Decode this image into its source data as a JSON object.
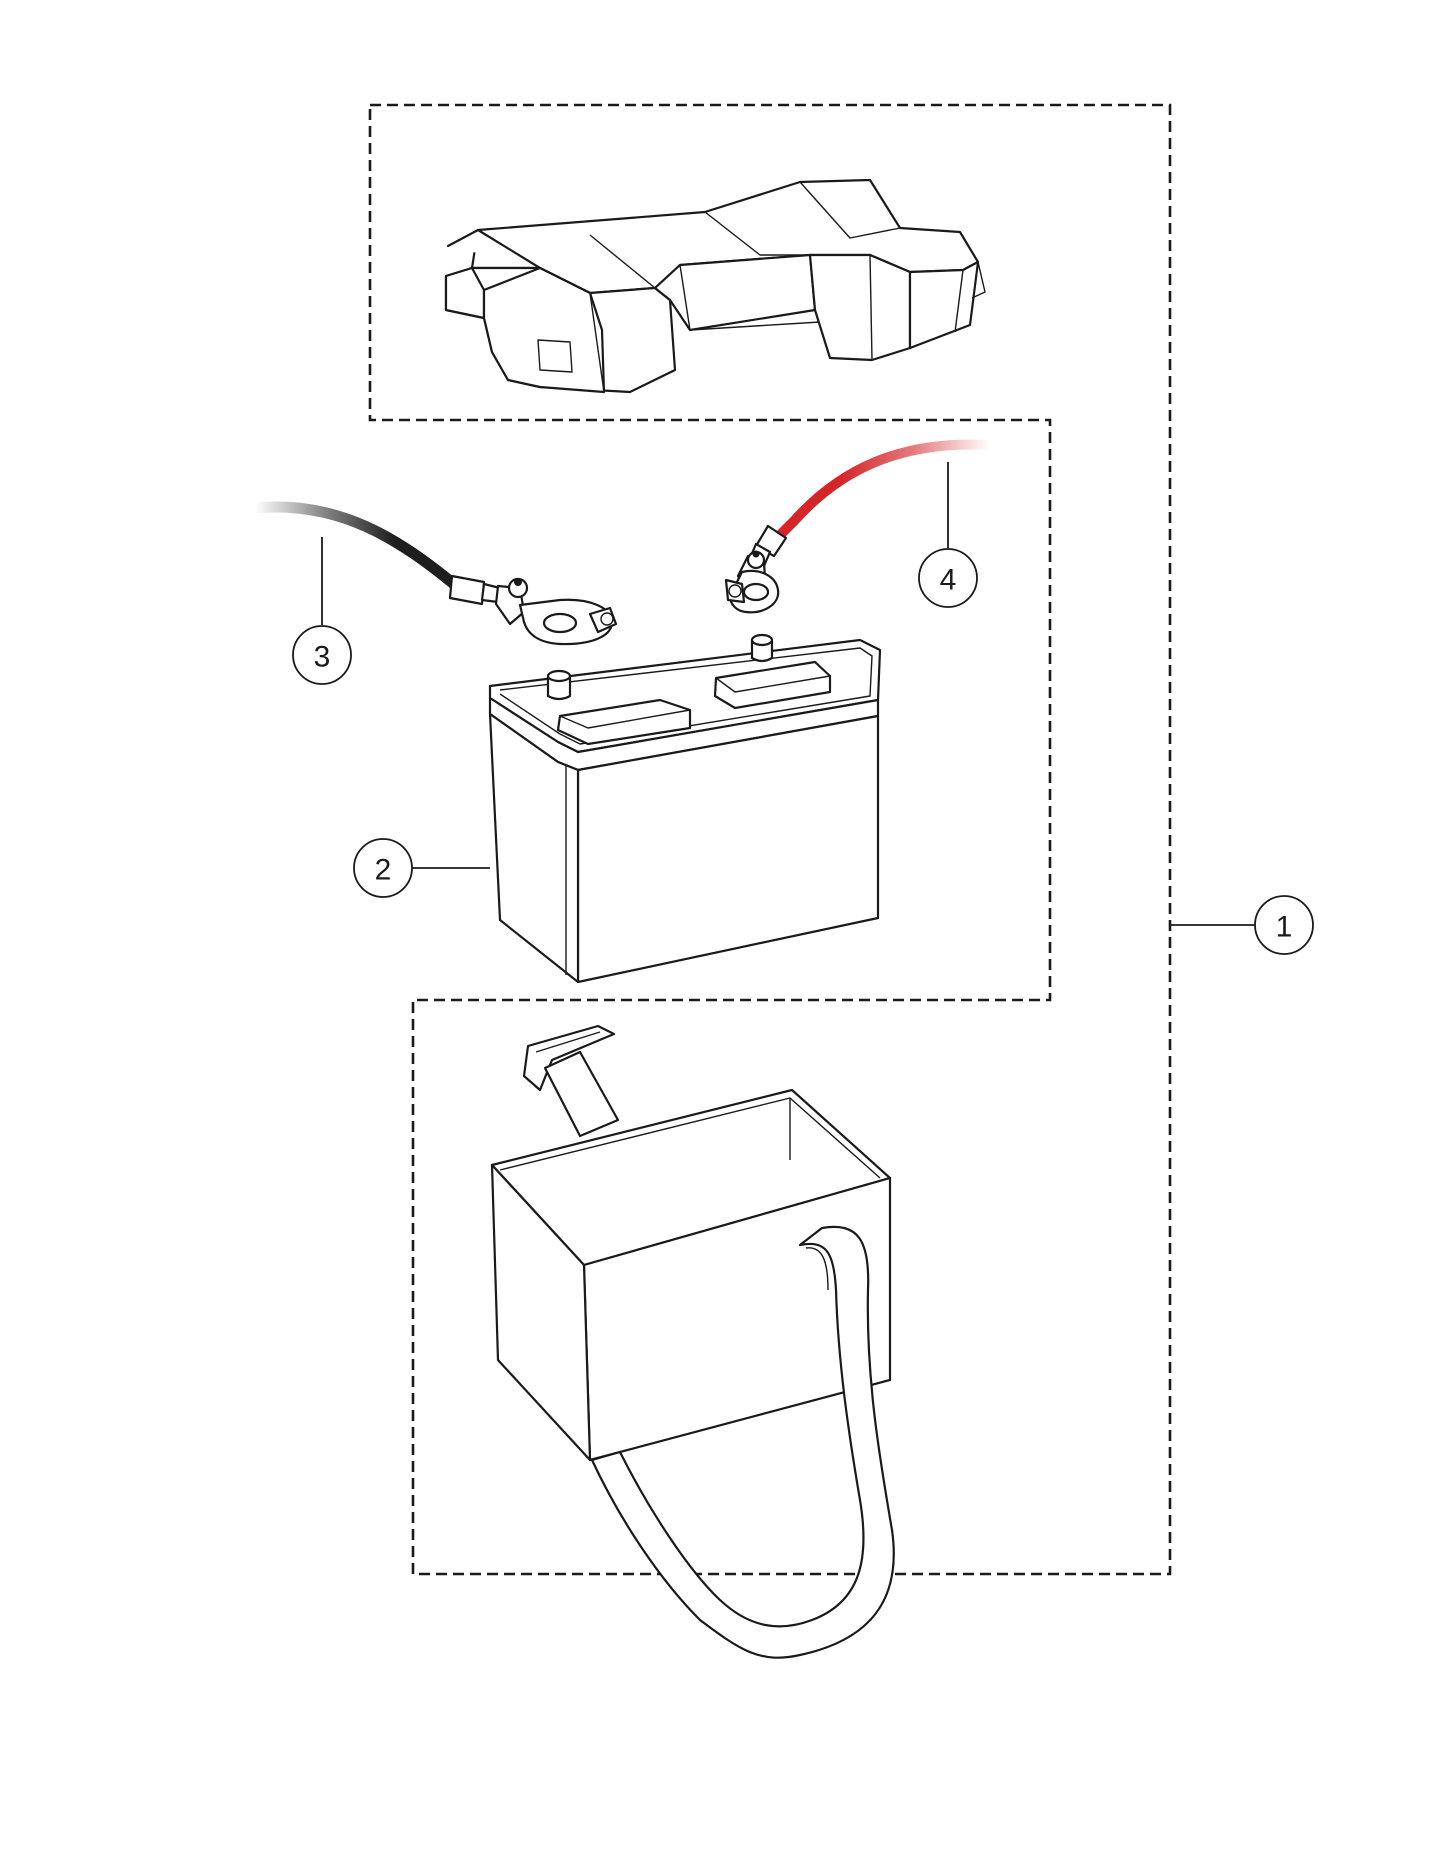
{
  "diagram": {
    "callouts": [
      {
        "label": "1",
        "part": "battery-kit-assembly"
      },
      {
        "label": "2",
        "part": "battery"
      },
      {
        "label": "3",
        "part": "negative-cable-black"
      },
      {
        "label": "4",
        "part": "positive-cable-red"
      }
    ],
    "colors": {
      "line": "#1a1a1a",
      "positive_cable": "#d4252a",
      "negative_cable": "#1e1e1e",
      "background": "#ffffff"
    }
  }
}
